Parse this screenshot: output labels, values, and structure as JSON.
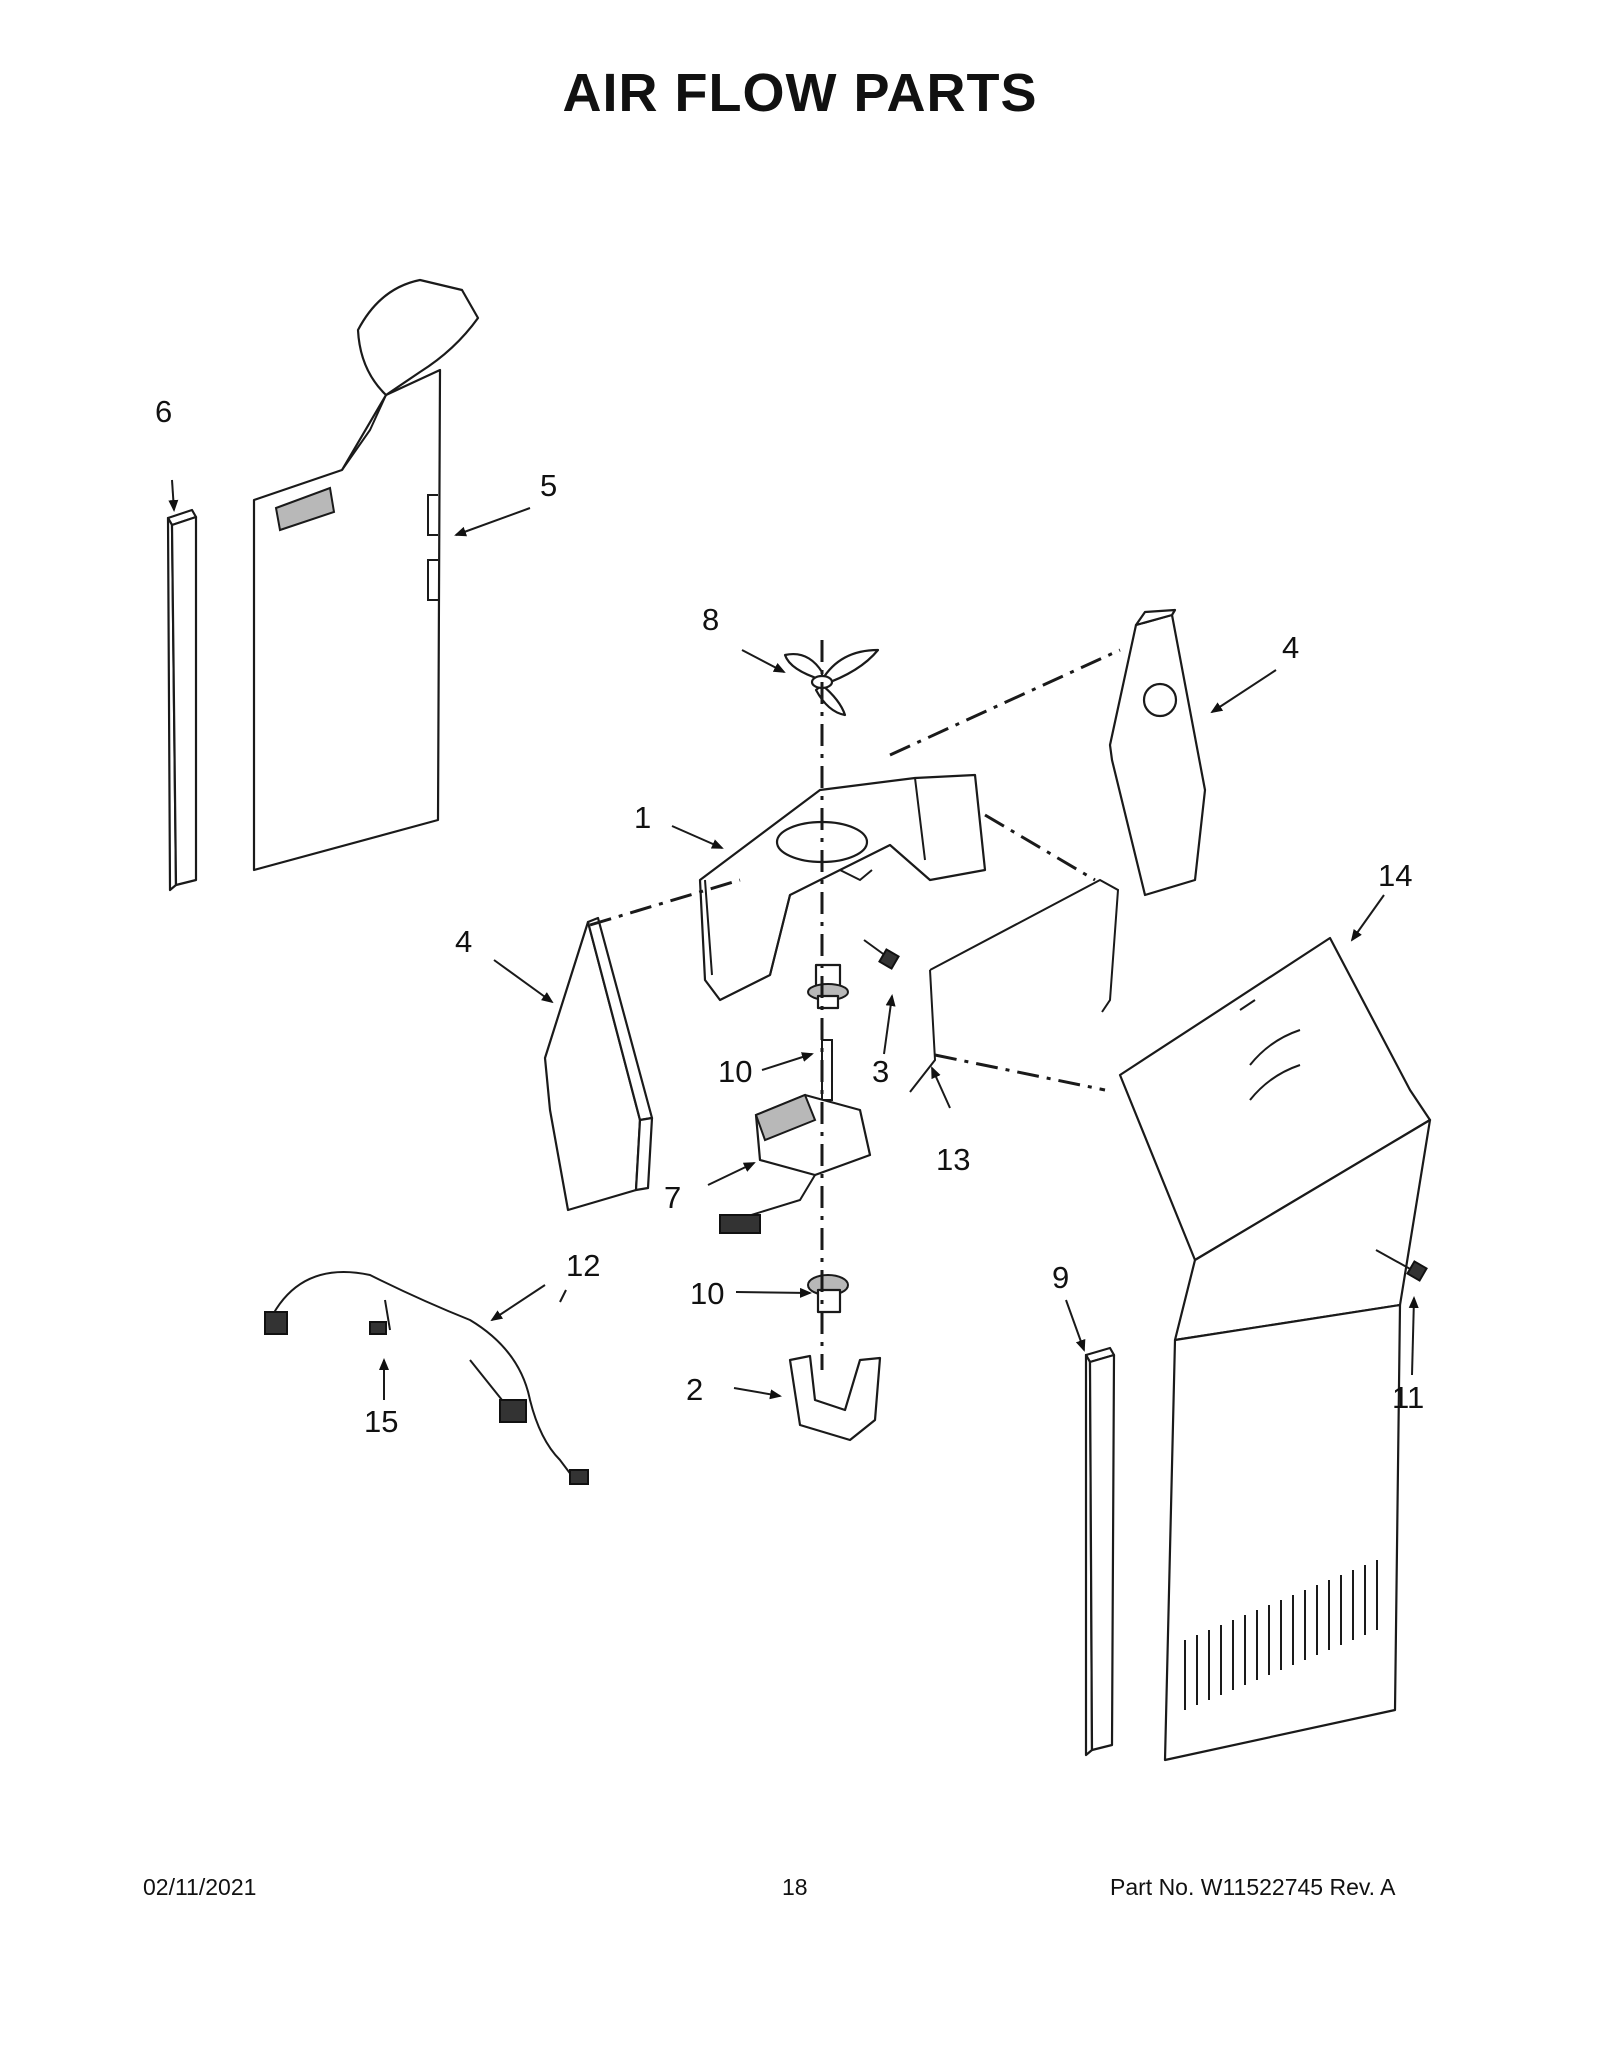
{
  "title": "AIR FLOW PARTS",
  "callouts": {
    "c1": "1",
    "c2": "2",
    "c3": "3",
    "c4a": "4",
    "c4b": "4",
    "c5": "5",
    "c6": "6",
    "c7": "7",
    "c8": "8",
    "c9": "9",
    "c10a": "10",
    "c10b": "10",
    "c11": "11",
    "c12": "12",
    "c13": "13",
    "c14": "14",
    "c15": "15"
  },
  "footer": {
    "date": "02/11/2021",
    "page": "18",
    "part_no": "Part No.  W11522745   Rev.  A"
  }
}
